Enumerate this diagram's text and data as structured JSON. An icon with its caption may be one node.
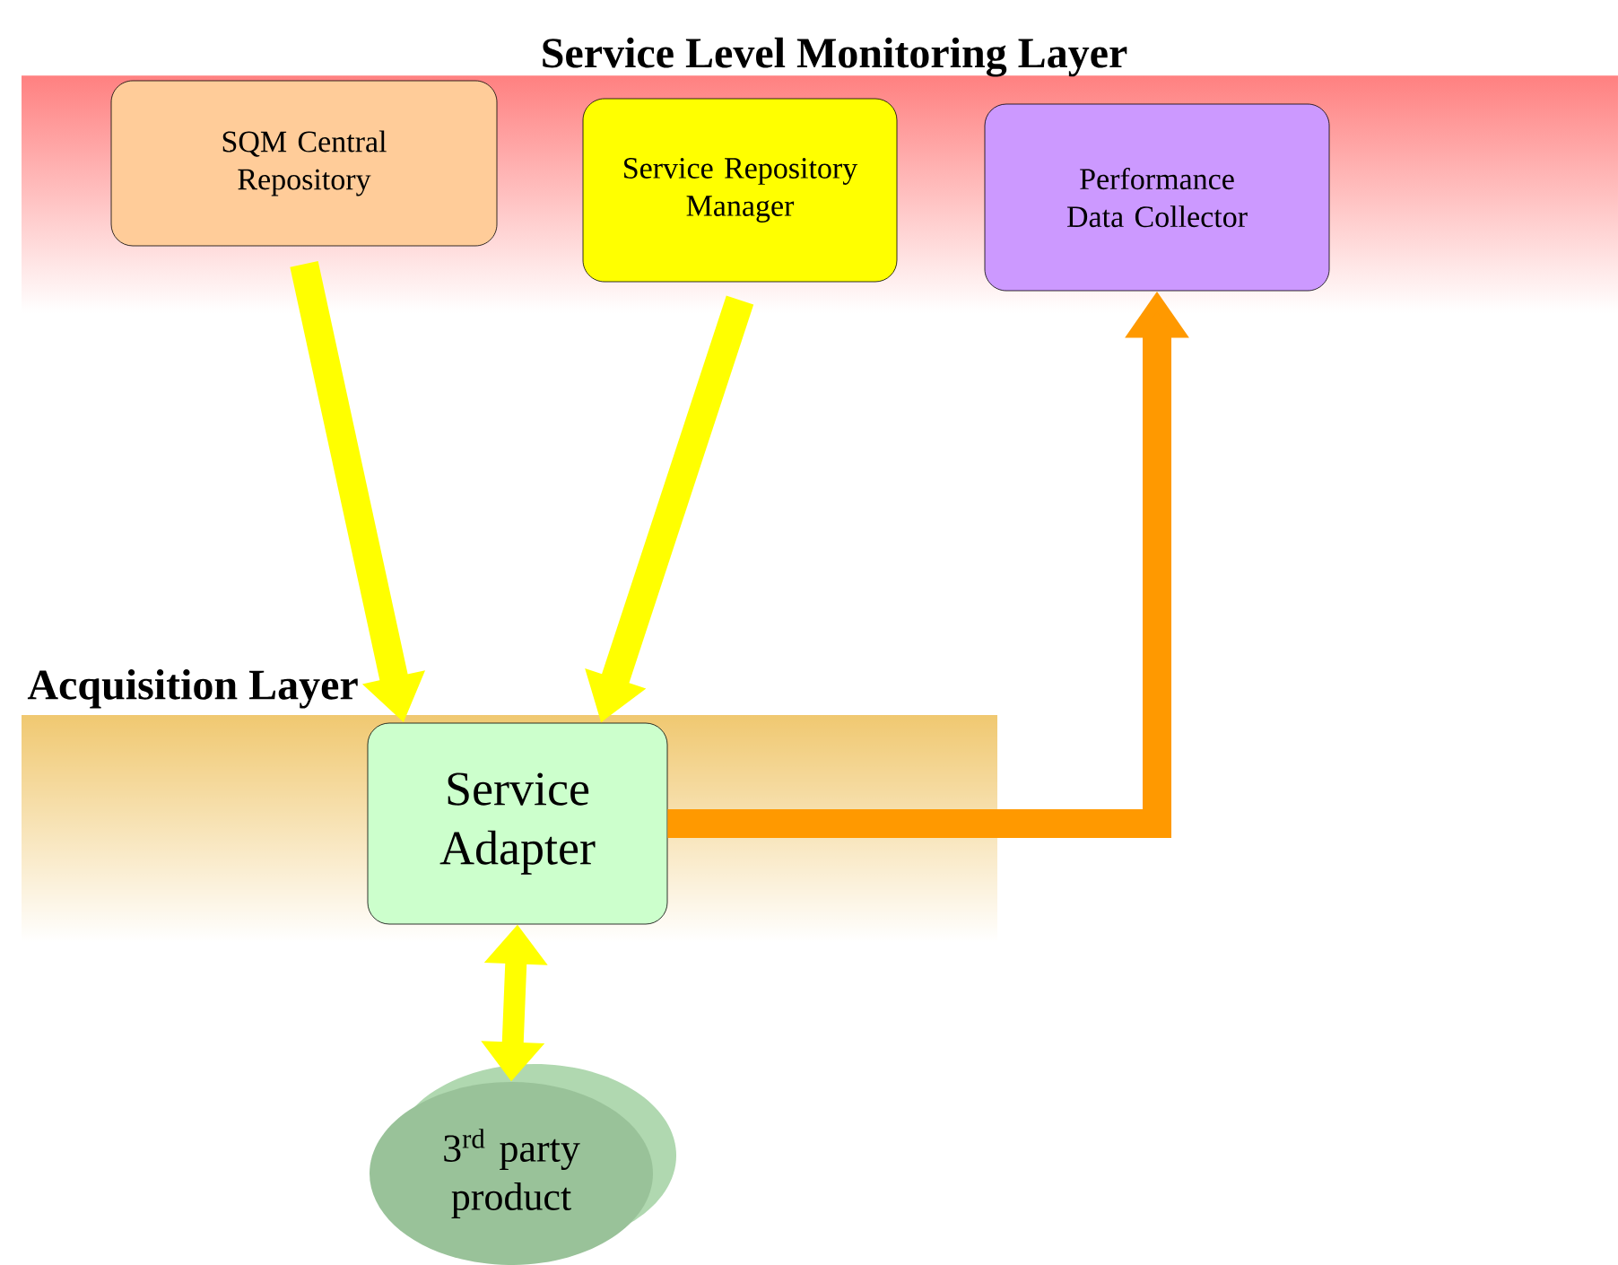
{
  "diagram": {
    "nodes": [
      {
        "text": [
          "Service Level Monitoring Layer"
        ]
      },
      {
        "text": [
          "SQM Central Repository"
        ],
        "in": 0
      },
      {
        "text": [
          "Service Repository Manager"
        ],
        "in": 0
      },
      {
        "text": [
          "Performance Data Collector"
        ],
        "in": 0
      },
      {
        "text": [
          "Acquisition Layer"
        ]
      },
      {
        "text": [
          "Service Adapter"
        ],
        "in": 4
      },
      {
        "text": [
          "3$^{rd}$ party product"
        ]
      }
    ],
    "edges": [
      {
        "from": 1,
        "to": 5,
        "arrow": "to"
      },
      {
        "from": 2,
        "to": 5,
        "arrow": "to"
      },
      {
        "from": 5,
        "to": 3,
        "arrow": "to",
        "color": "#ff9900"
      },
      {
        "from": 5,
        "to": 6,
        "arrow": "both"
      }
    ]
  }
}
